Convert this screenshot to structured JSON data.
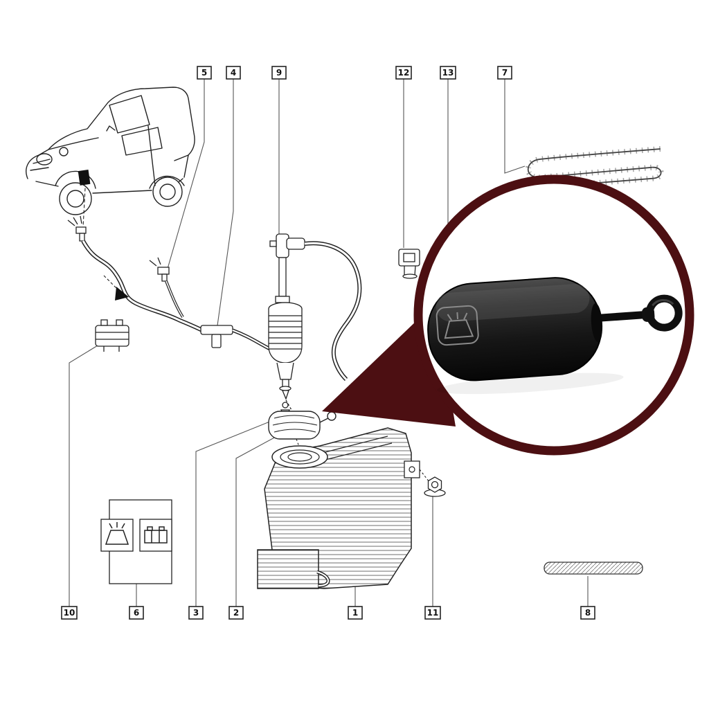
{
  "page": {
    "background": "#ffffff"
  },
  "colors": {
    "accent_maroon": "#4c0f12",
    "line_art": "#222222",
    "cap_black": "#111111"
  },
  "inset": {
    "kind": "product-photo",
    "subject": "washer-reservoir-cap-with-tether-ring"
  },
  "icons": {
    "washer_symbol": "windshield-washer-spray",
    "battery_symbol": "battery"
  },
  "labels": {
    "top": [
      {
        "number": "5"
      },
      {
        "number": "4"
      },
      {
        "number": "9"
      },
      {
        "number": "12"
      },
      {
        "number": "13"
      },
      {
        "number": "7"
      }
    ],
    "bottom": [
      {
        "number": "10"
      },
      {
        "number": "6"
      },
      {
        "number": "3"
      },
      {
        "number": "2"
      },
      {
        "number": "1"
      },
      {
        "number": "11"
      },
      {
        "number": "8"
      }
    ]
  }
}
